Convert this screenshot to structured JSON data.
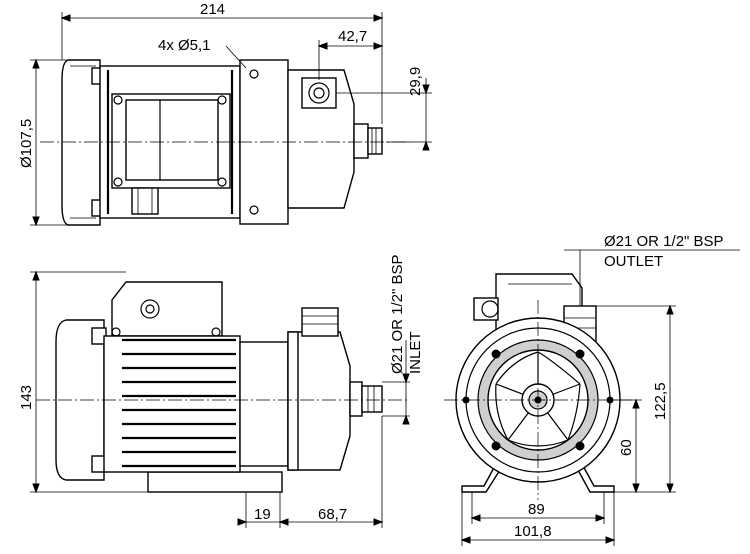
{
  "dimensions": {
    "overall_length": "214",
    "mount_holes": "4x Ø5,1",
    "outlet_offset": "42,7",
    "outlet_height_top": "29,9",
    "motor_diameter": "Ø107,5",
    "overall_height": "143",
    "inlet_spec_line1": "Ø21 OR 1/2\" BSP",
    "inlet_spec_line2": "INLET",
    "foot_offset": "19",
    "inlet_length": "68,7",
    "outlet_spec_line1": "Ø21 OR 1/2\" BSP",
    "outlet_spec_line2": "OUTLET",
    "outlet_height_front": "122,5",
    "inlet_height_front": "60",
    "foot_hole_spacing": "89",
    "foot_width": "101,8"
  }
}
